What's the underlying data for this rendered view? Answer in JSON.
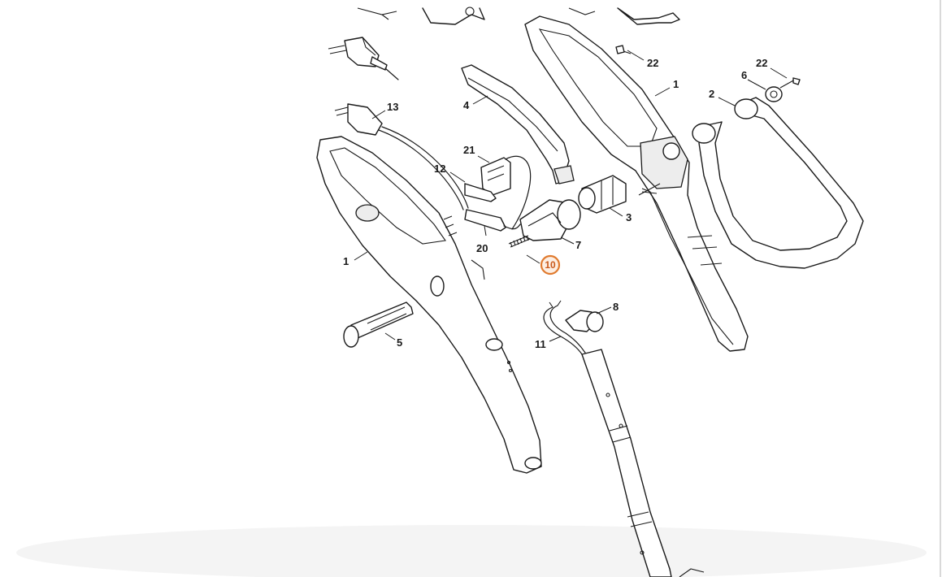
{
  "diagram": {
    "highlighted_part": "10",
    "highlight_color": "#e07a2e",
    "labels": {
      "p13": "13",
      "p4": "4",
      "p22a": "22",
      "p1a": "1",
      "p22b": "22",
      "p6": "6",
      "p2": "2",
      "p21": "21",
      "p12": "12",
      "p3": "3",
      "p7": "7",
      "p20": "20",
      "p10": "10",
      "p1b": "1",
      "p8": "8",
      "p11": "11",
      "p5": "5"
    }
  }
}
